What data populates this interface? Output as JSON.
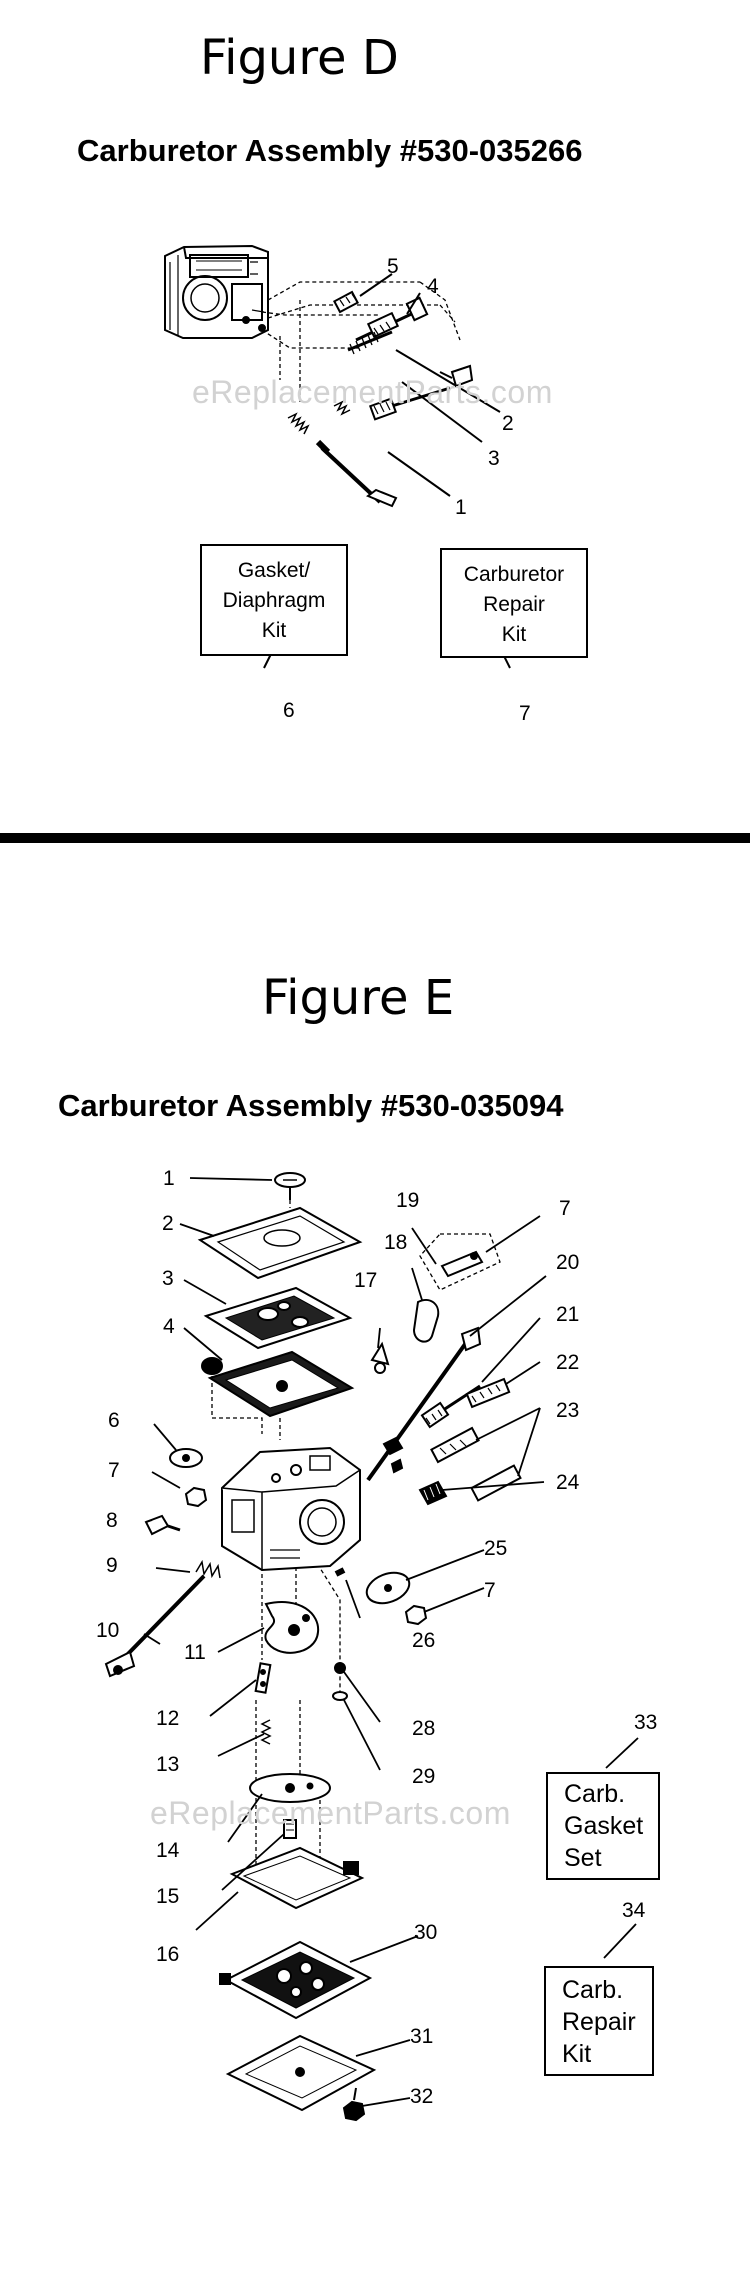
{
  "figure_d": {
    "figure_title": "Figure D",
    "assembly_title": "Carburetor Assembly #530-035266",
    "watermark": "eReplacementParts.com",
    "callouts": [
      "1",
      "2",
      "3",
      "4",
      "5"
    ],
    "kits": [
      {
        "number": "6",
        "lines": [
          "Gasket/",
          "Diaphragm",
          "Kit"
        ]
      },
      {
        "number": "7",
        "lines": [
          "Carburetor",
          "Repair",
          "Kit"
        ]
      }
    ]
  },
  "figure_e": {
    "figure_title": "Figure E",
    "assembly_title": "Carburetor Assembly #530-035094",
    "watermark": "eReplacementParts.com",
    "callouts": [
      "1",
      "2",
      "3",
      "4",
      "6",
      "7",
      "8",
      "9",
      "10",
      "11",
      "12",
      "13",
      "14",
      "15",
      "16",
      "17",
      "18",
      "19",
      "7",
      "20",
      "21",
      "22",
      "23",
      "24",
      "25",
      "7",
      "26",
      "28",
      "29",
      "30",
      "31",
      "32"
    ],
    "kits": [
      {
        "number": "33",
        "lines": [
          "Carb.",
          "Gasket",
          "Set"
        ]
      },
      {
        "number": "34",
        "lines": [
          "Carb.",
          "Repair",
          "Kit"
        ]
      }
    ]
  }
}
